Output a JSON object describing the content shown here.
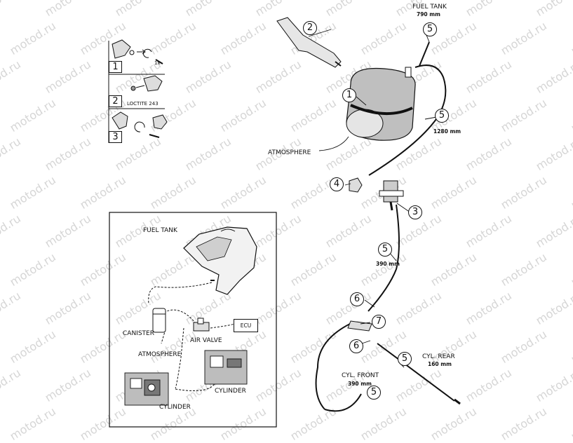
{
  "watermark": "motod.ru",
  "steps": {
    "items": [
      {
        "number": "1",
        "note": "1x"
      },
      {
        "number": "2",
        "note": "LOCTITE 243"
      },
      {
        "number": "3",
        "note": ""
      }
    ]
  },
  "main_diagram": {
    "fuel_tank_label": "FUEL TANK",
    "fuel_tank_length": "790 mm",
    "hose_1280": "1280 mm",
    "hose_390_upper": "390 mm",
    "atmosphere_label": "ATMOSPHERE",
    "cyl_front_label": "CYL. FRONT",
    "cyl_front_length": "390 mm",
    "cyl_rear_label": "CYL. REAR",
    "cyl_rear_length": "160 mm",
    "callouts": [
      "2",
      "5",
      "1",
      "5",
      "4",
      "3",
      "5",
      "6",
      "7",
      "6",
      "5",
      "5"
    ]
  },
  "inset": {
    "fuel_tank": "FUEL TANK",
    "canister": "CANISTER",
    "air_valve": "AIR VALVE",
    "ecu": "ECU",
    "atmosphere": "ATMOSPHERE",
    "cylinder_right": "CYLINDER",
    "cylinder_left": "CYLINDER"
  }
}
